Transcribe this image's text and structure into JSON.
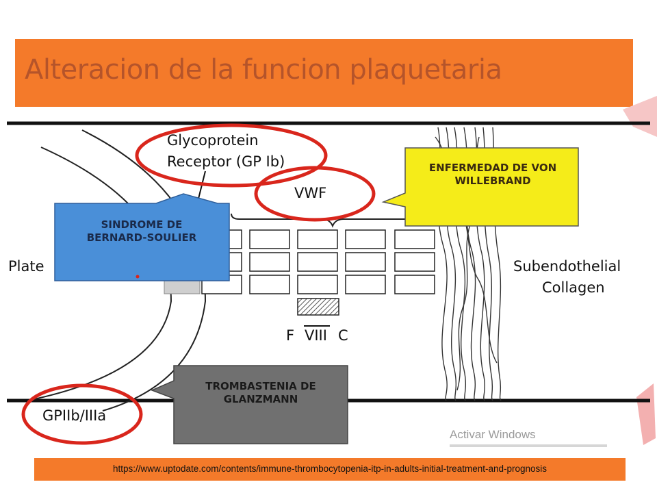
{
  "slide": {
    "title": "Alteracion de la funcion plaquetaria"
  },
  "diagram": {
    "labels": {
      "glycoprotein_line1": "Glycoprotein",
      "glycoprotein_line2": "Receptor (GP Ib)",
      "vwf": "VWF",
      "platelet_partial": "Plate",
      "subendothelial_line1": "Subendothelial",
      "subendothelial_line2": "Collagen",
      "factor_f": "F",
      "factor_viii": "VIII",
      "factor_c": "C",
      "gpiib_iiia": "GPIIb/IIIa"
    },
    "callouts": {
      "von_willebrand": "ENFERMEDAD DE VON\nWILLEBRAND",
      "bernard_soulier": "SINDROME DE\nBERNARD-SOULIER",
      "glanzmann": "TROMBASTENIA DE\nGLANZMANN"
    },
    "colors": {
      "title_bar": "#f47a2a",
      "title_text": "#b5542a",
      "von_willebrand_box": "#f5ec19",
      "bernard_soulier_box": "#4a8fd8",
      "glanzmann_box": "#707070",
      "highlight_ellipse": "#d9261c"
    }
  },
  "source": {
    "url": "https://www.uptodate.com/contents/immune-thrombocytopenia-itp-in-adults-initial-treatment-and-prognosis"
  },
  "os_watermark": {
    "text": "Activar Windows"
  }
}
